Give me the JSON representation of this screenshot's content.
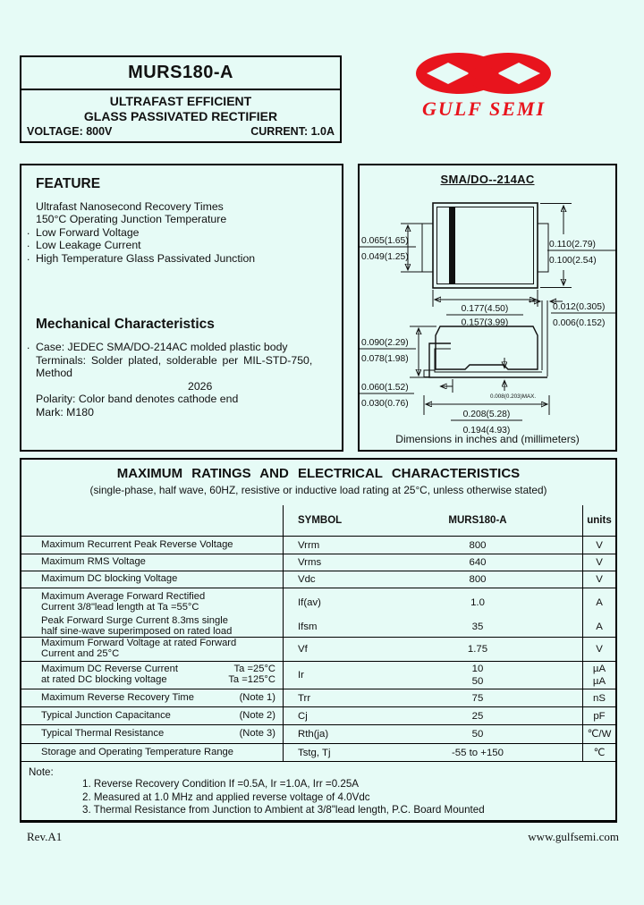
{
  "page": {
    "bg": "#e6fbf6",
    "accent_red": "#e8141d",
    "line_color": "#111111"
  },
  "header": {
    "part_number": "MURS180-A",
    "title_line1": "ULTRAFAST EFFICIENT",
    "title_line2": "GLASS PASSIVATED RECTIFIER",
    "voltage": "VOLTAGE: 800V",
    "current": "CURRENT: 1.0A",
    "logo_text": "GULF SEMI"
  },
  "feature": {
    "title": "FEATURE",
    "items": [
      "Ultrafast  Nanosecond Recovery Times",
      "150°C Operating Junction Temperature",
      "Low Forward Voltage",
      "Low Leakage Current",
      "High Temperature Glass Passivated Junction"
    ]
  },
  "mechanical": {
    "title": "Mechanical Characteristics",
    "lines": [
      "Case: JEDEC SMA/DO-214AC molded plastic body",
      "Terminals: Solder plated, solderable per MIL-STD-750, Method",
      "2026",
      "Polarity: Color band denotes cathode end",
      "Mark: M180"
    ]
  },
  "package": {
    "title": "SMA/DO--214AC",
    "caption": "Dimensions in inches and (millimeters)",
    "dims": {
      "tab_h_in": "0.065(1.65)",
      "tab_h_mm": "0.049(1.25)",
      "body_h_in": "0.110(2.79)",
      "body_h_mm": "0.100(2.54)",
      "body_w_in": "0.177(4.50)",
      "body_w_mm": "0.157(3.99)",
      "lead_t_in": "0.012(0.305)",
      "lead_t_mm": "0.006(0.152)",
      "prof_h_in": "0.090(2.29)",
      "prof_h_mm": "0.078(1.98)",
      "foot_in": "0.060(1.52)",
      "foot_mm": "0.030(0.76)",
      "standoff": "0.008(0.203)MAX.",
      "overall_in": "0.208(5.28)",
      "overall_mm": "0.194(4.93)"
    }
  },
  "ratings": {
    "title": "MAXIMUM RATINGS AND ELECTRICAL CHARACTERISTICS",
    "subtitle": "(single-phase, half wave, 60HZ, resistive or inductive load rating at 25°C, unless otherwise stated)",
    "header": {
      "symbol": "SYMBOL",
      "device": "MURS180-A",
      "units": "units"
    },
    "rows": [
      {
        "p1": "Maximum Recurrent Peak Reverse Voltage",
        "sym": "Vrrm",
        "val": "800",
        "u": "V"
      },
      {
        "p1": "Maximum RMS Voltage",
        "sym": "Vrms",
        "val": "640",
        "u": "V"
      },
      {
        "p1": "Maximum DC blocking Voltage",
        "sym": "Vdc",
        "val": "800",
        "u": "V"
      },
      {
        "p1": "Maximum Average Forward Rectified",
        "p2": "Current 3/8\"lead length at Ta =55°C",
        "sym": "If(av)",
        "val": "1.0",
        "u": "A"
      },
      {
        "p1": "Peak Forward Surge Current 8.3ms single",
        "p2": "half sine-wave superimposed on rated load",
        "sym": "Ifsm",
        "val": "35",
        "u": "A"
      },
      {
        "p1": "Maximum Forward Voltage at rated Forward",
        "p2": "Current and 25°C",
        "sym": "Vf",
        "val": "1.75",
        "u": "V"
      },
      {
        "p1": "Maximum DC Reverse Current",
        "p2": "at rated DC blocking voltage",
        "tag1": "Ta =25°C",
        "tag2": "Ta =125°C",
        "sym": "Ir",
        "val": "10",
        "val2": "50",
        "u": "µA",
        "u2": "µA"
      },
      {
        "p1": "Maximum  Reverse Recovery Time",
        "tag1": "(Note 1)",
        "sym": "Trr",
        "val": "75",
        "u": "nS"
      },
      {
        "p1": "Typical Junction Capacitance",
        "tag1": "(Note 2)",
        "sym": "Cj",
        "val": "25",
        "u": "pF"
      },
      {
        "p1": "Typical Thermal Resistance",
        "tag1": "(Note 3)",
        "sym": "Rth(ja)",
        "val": "50",
        "u": "℃/W"
      },
      {
        "p1": "Storage and Operating Temperature Range",
        "sym": "Tstg, Tj",
        "val": "-55 to +150",
        "u": "℃"
      }
    ]
  },
  "notes": {
    "label": "Note:",
    "items": [
      "1.  Reverse Recovery Condition If =0.5A, Ir =1.0A, Irr =0.25A",
      "2.  Measured at 1.0 MHz and applied reverse voltage of 4.0Vdc",
      "3.  Thermal Resistance from Junction to Ambient at 3/8\"lead length, P.C. Board Mounted"
    ]
  },
  "footer": {
    "rev": "Rev.A1",
    "site": "www.gulfsemi.com"
  }
}
